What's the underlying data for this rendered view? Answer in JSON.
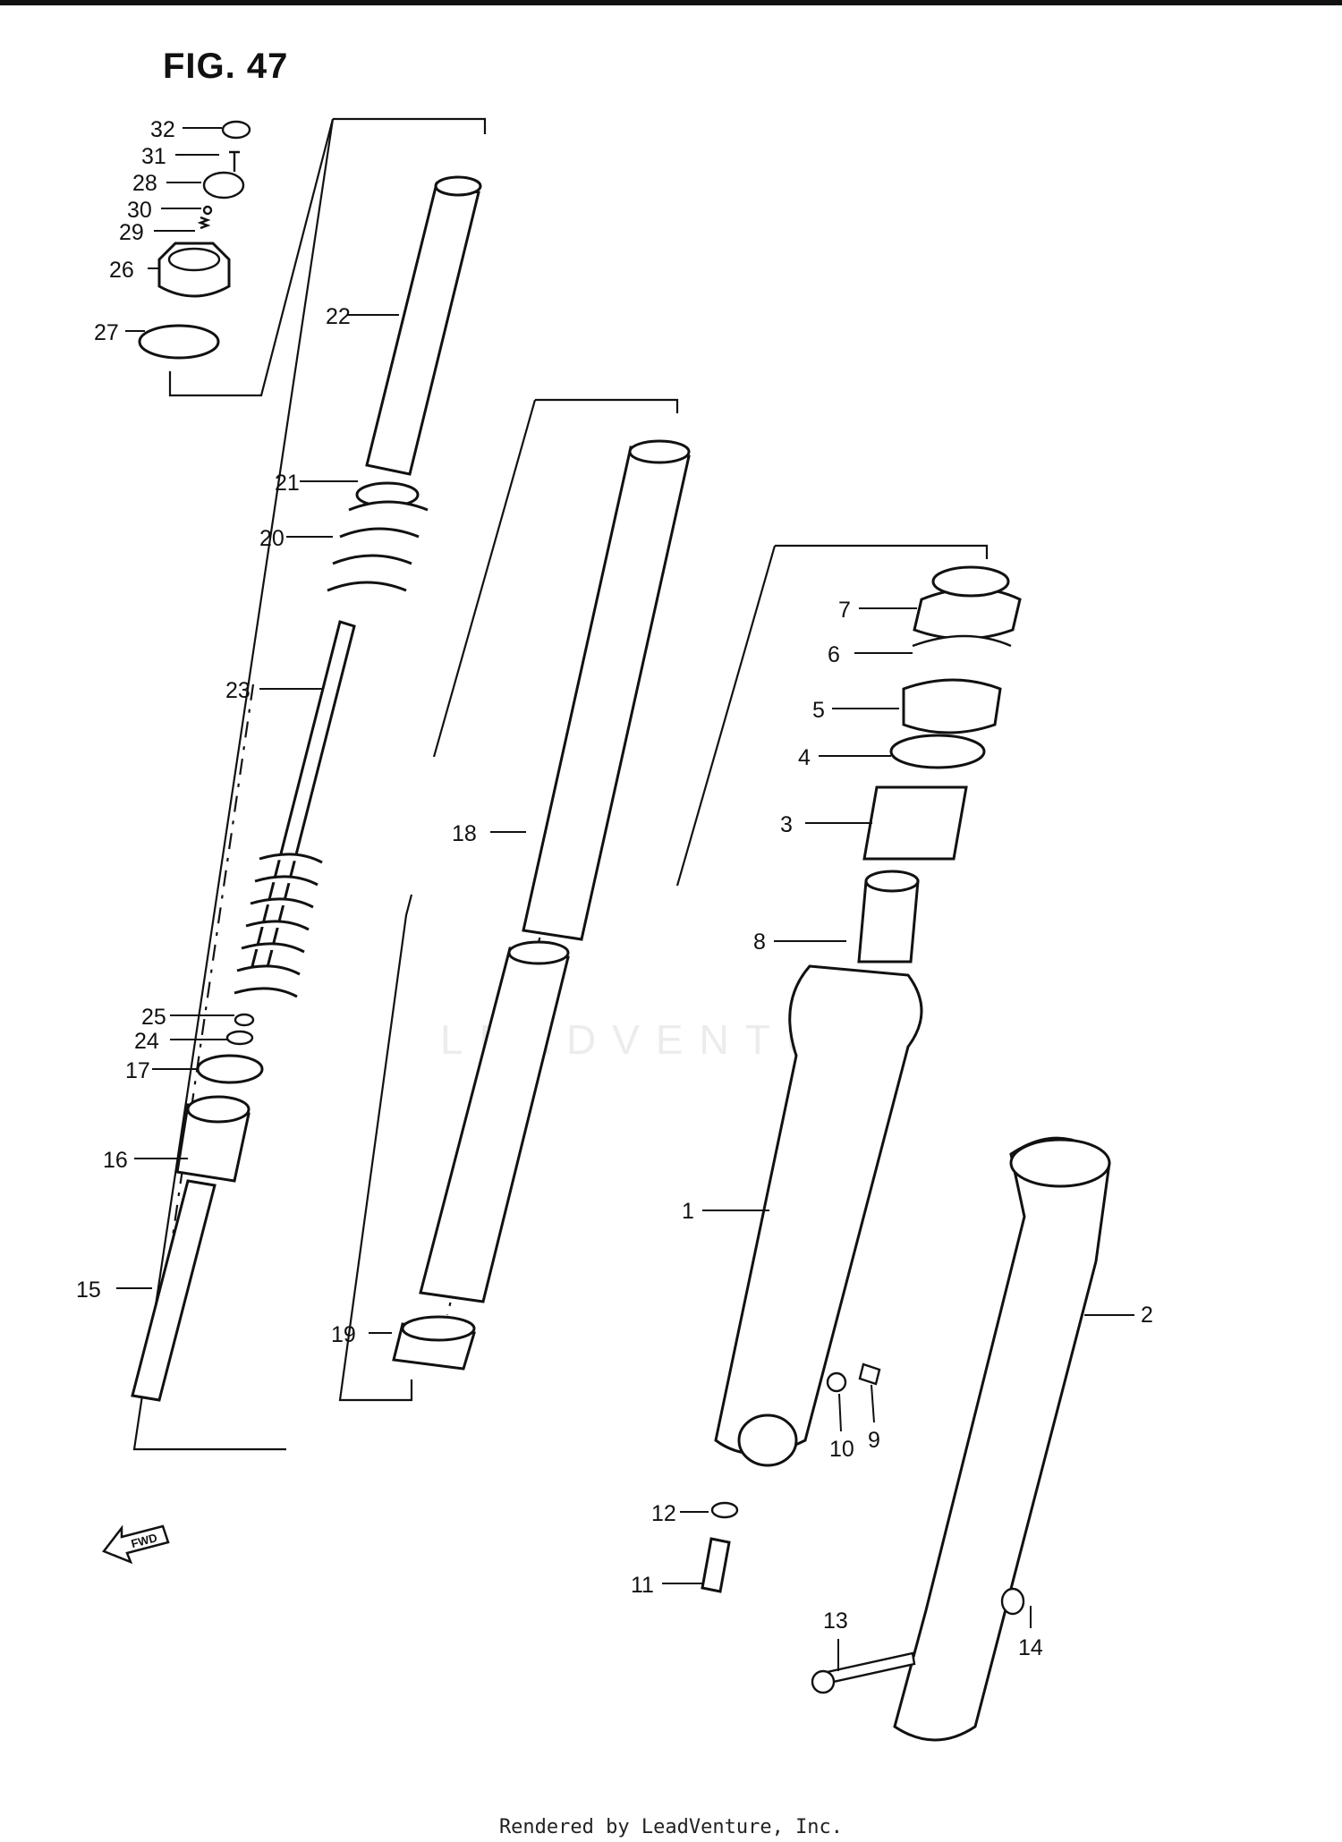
{
  "figure": {
    "title": "FIG. 47",
    "footer": "Rendered by LeadVenture, Inc.",
    "watermark": "LEADVENTURE",
    "direction_marker": "FWD"
  },
  "callouts": [
    "1",
    "2",
    "3",
    "4",
    "5",
    "6",
    "7",
    "8",
    "9",
    "10",
    "11",
    "12",
    "13",
    "14",
    "15",
    "16",
    "17",
    "18",
    "19",
    "20",
    "21",
    "22",
    "23",
    "24",
    "25",
    "26",
    "27",
    "28",
    "29",
    "30",
    "31",
    "32"
  ],
  "colors": {
    "ink": "#111111",
    "paper": "#ffffff",
    "watermark": "#ececec"
  }
}
